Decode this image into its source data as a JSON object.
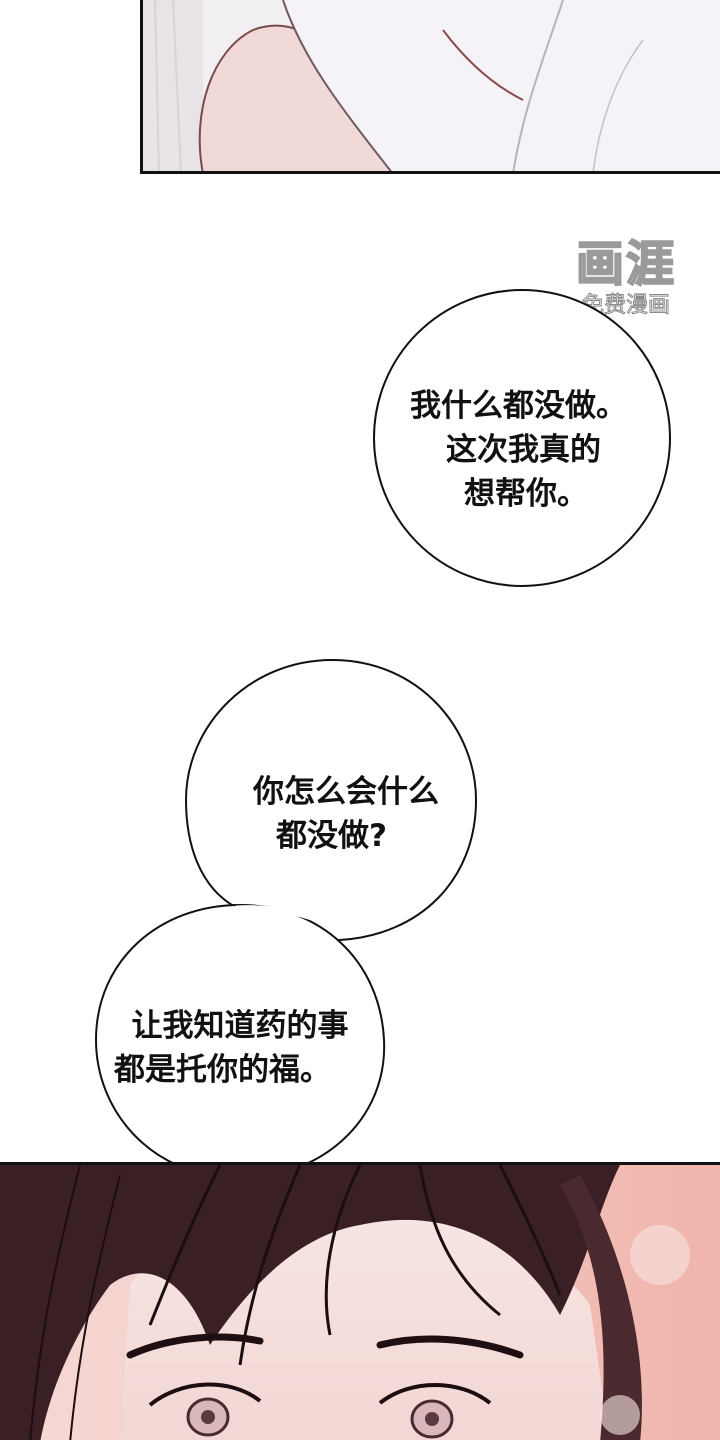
{
  "watermark": {
    "logo": "画涯",
    "subtitle": "免费漫画"
  },
  "bubbles": {
    "first": {
      "lines": [
        "我什么都没做。",
        "这次我真的",
        "想帮你。"
      ]
    },
    "second": {
      "lines": [
        "你怎么会什么",
        "都没做?"
      ]
    },
    "third": {
      "lines": [
        "让我知道药的事",
        "都是托你的福。"
      ]
    }
  }
}
